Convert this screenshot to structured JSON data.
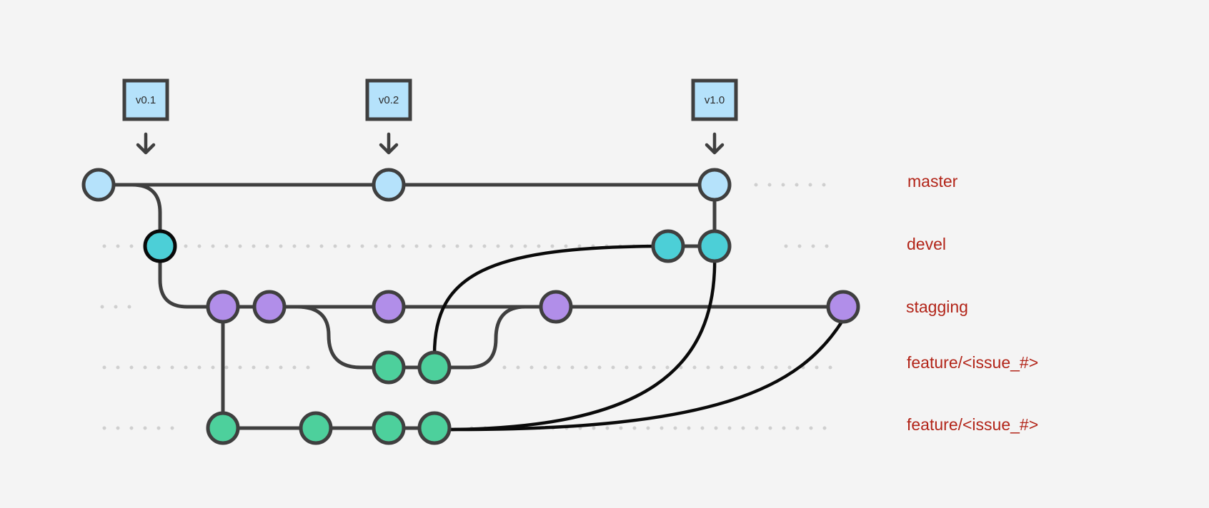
{
  "tags": [
    "v0.1",
    "v0.2",
    "v1.0"
  ],
  "branches": [
    "master",
    "devel",
    "stagging",
    "feature/<issue_#>",
    "feature/<issue_#>"
  ],
  "colors": {
    "background": "#f4f4f4",
    "line": "#3f3f3f",
    "merge_line": "#0a0a0a",
    "dots": "#cfcfcf",
    "label": "#b22418",
    "master_commit": "#b5e2fb",
    "devel_commit": "#4ccfd7",
    "stagging_commit": "#b18ee9",
    "feature_commit": "#4dd09c",
    "tag_fill": "#b5e2fb"
  }
}
